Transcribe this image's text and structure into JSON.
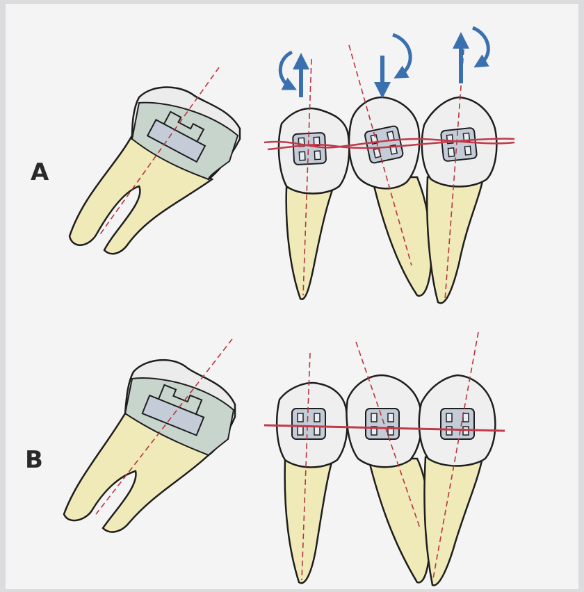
{
  "figure": {
    "panels": [
      {
        "id": "A",
        "label": "A",
        "description_state": "before"
      },
      {
        "id": "B",
        "label": "B",
        "description_state": "after"
      }
    ]
  },
  "colors": {
    "root": "#f0e9b8",
    "crown": "#efefef",
    "band": "#c7d5cc",
    "bracket": "#c4ccd8",
    "wire": "#c03a4a",
    "axis": "#b8343f",
    "arrow": "#3a6fb0",
    "outline": "#1e1e1e"
  }
}
